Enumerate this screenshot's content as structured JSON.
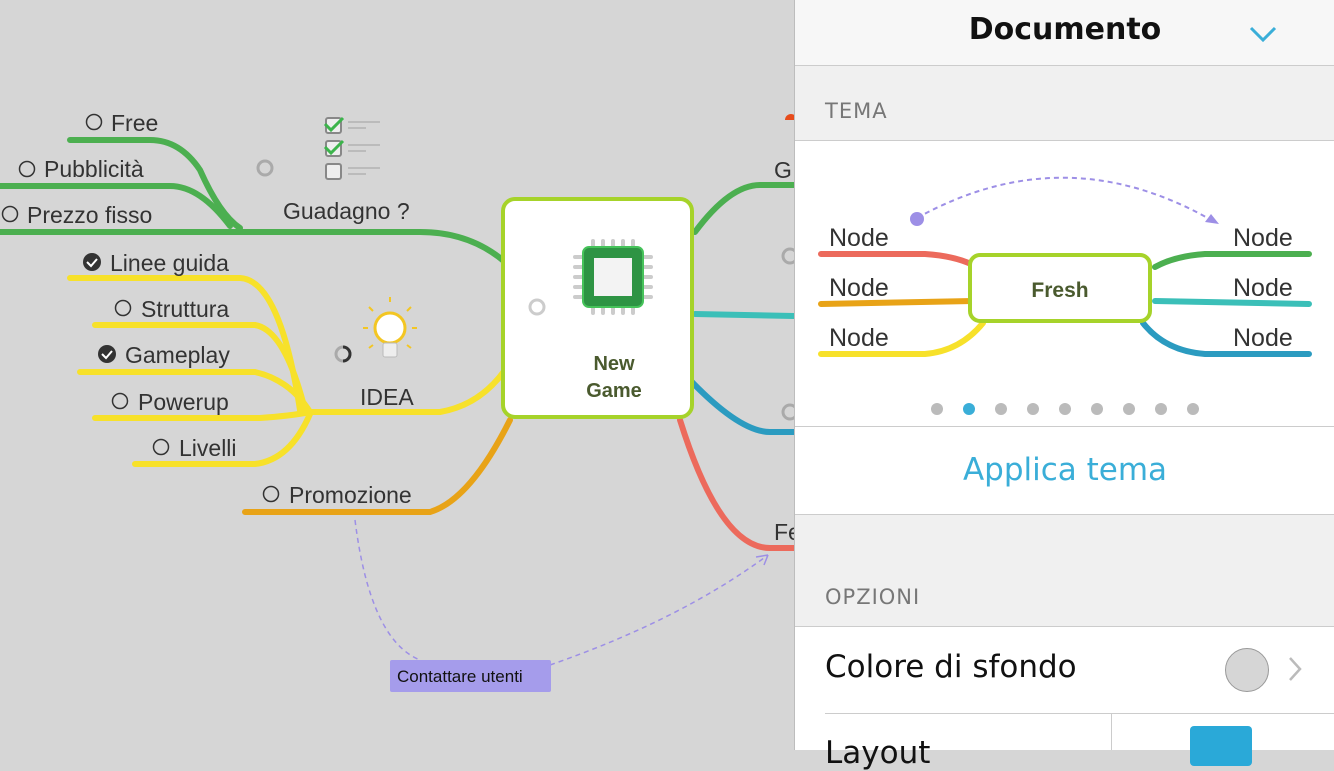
{
  "mindmap": {
    "central": {
      "line1": "New",
      "line2": "Game"
    },
    "branches": {
      "guadagno": {
        "label": "Guadagno ?",
        "children": [
          "Free",
          "Pubblicità",
          "Prezzo fisso"
        ]
      },
      "idea": {
        "label": "IDEA",
        "children": [
          "Linee guida",
          "Struttura",
          "Gameplay",
          "Powerup",
          "Livelli"
        ],
        "checked": [
          true,
          false,
          true,
          false,
          false
        ]
      },
      "promozione": {
        "label": "Promozione"
      },
      "right_top": {
        "label": "G"
      },
      "right_bottom": {
        "label": "Fe"
      }
    },
    "callout": "Contattare utenti"
  },
  "panel": {
    "title": "Documento",
    "tema_section": "TEMA",
    "theme_preview": {
      "center": "Fresh",
      "node": "Node"
    },
    "theme_page": {
      "count": 9,
      "active": 1
    },
    "apply_label": "Applica tema",
    "options_section": "OPZIONI",
    "background_color_label": "Colore di sfondo",
    "background_color": "#d6d6d6",
    "next_row_label": "Layout"
  },
  "colors": {
    "green": "#4caf50",
    "yellow": "#f7e12a",
    "orange": "#e8a317",
    "teal": "#3bbfb8",
    "blue": "#2b9bc0",
    "red": "#ec6a5c",
    "accent": "#3aaed8"
  }
}
